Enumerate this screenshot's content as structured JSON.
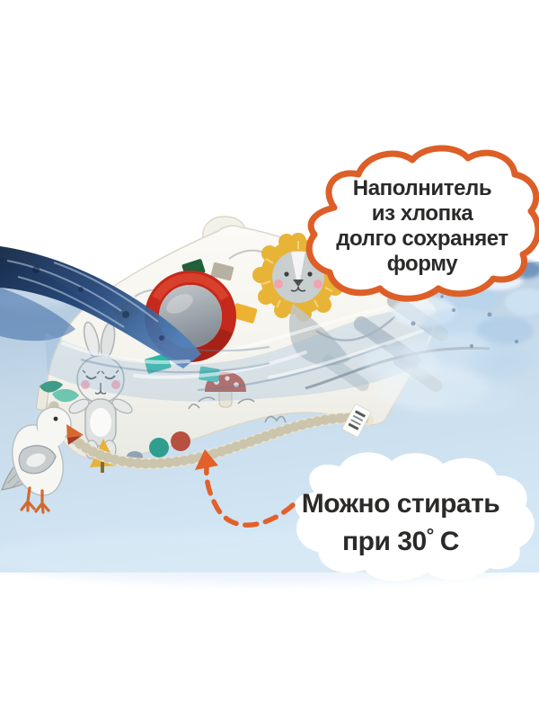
{
  "callouts": {
    "top": {
      "lines": [
        "Наполнитель",
        "из хлопка",
        "долго сохраняет",
        "форму"
      ]
    },
    "bottom": {
      "line1": "Можно стирать",
      "line2_prefix": "при 30",
      "degree_symbol": "°",
      "line2_suffix": "C"
    }
  },
  "colors": {
    "accent_orange": "#DD5F28",
    "text_dark": "#2B2A29",
    "cloud_white": "#FFFFFF",
    "water_light": "#D4E7F5",
    "water_mid": "#B9CFE3",
    "wave_navy": "#13294E",
    "mirror_red": "#C5291B",
    "lion_mane_yellow": "#E8B438",
    "teal_tag": "#2FB7A5",
    "yellow_tag": "#F1BD3A",
    "green_tag": "#20603A",
    "mushroom_red": "#BB5747",
    "bird_feet_orange": "#D2692F",
    "fabric_white": "#F6F5EF"
  },
  "illustrations": {
    "toy": "baby-activity-toy",
    "mirror": "safety-mirror",
    "lion": "lion-print",
    "bunny": "bunny-print",
    "mushroom": "mushroom-print",
    "bird": "hanging-bird-toy",
    "wave": "water-splash-wave",
    "arrow": "dashed-curved-arrow"
  }
}
